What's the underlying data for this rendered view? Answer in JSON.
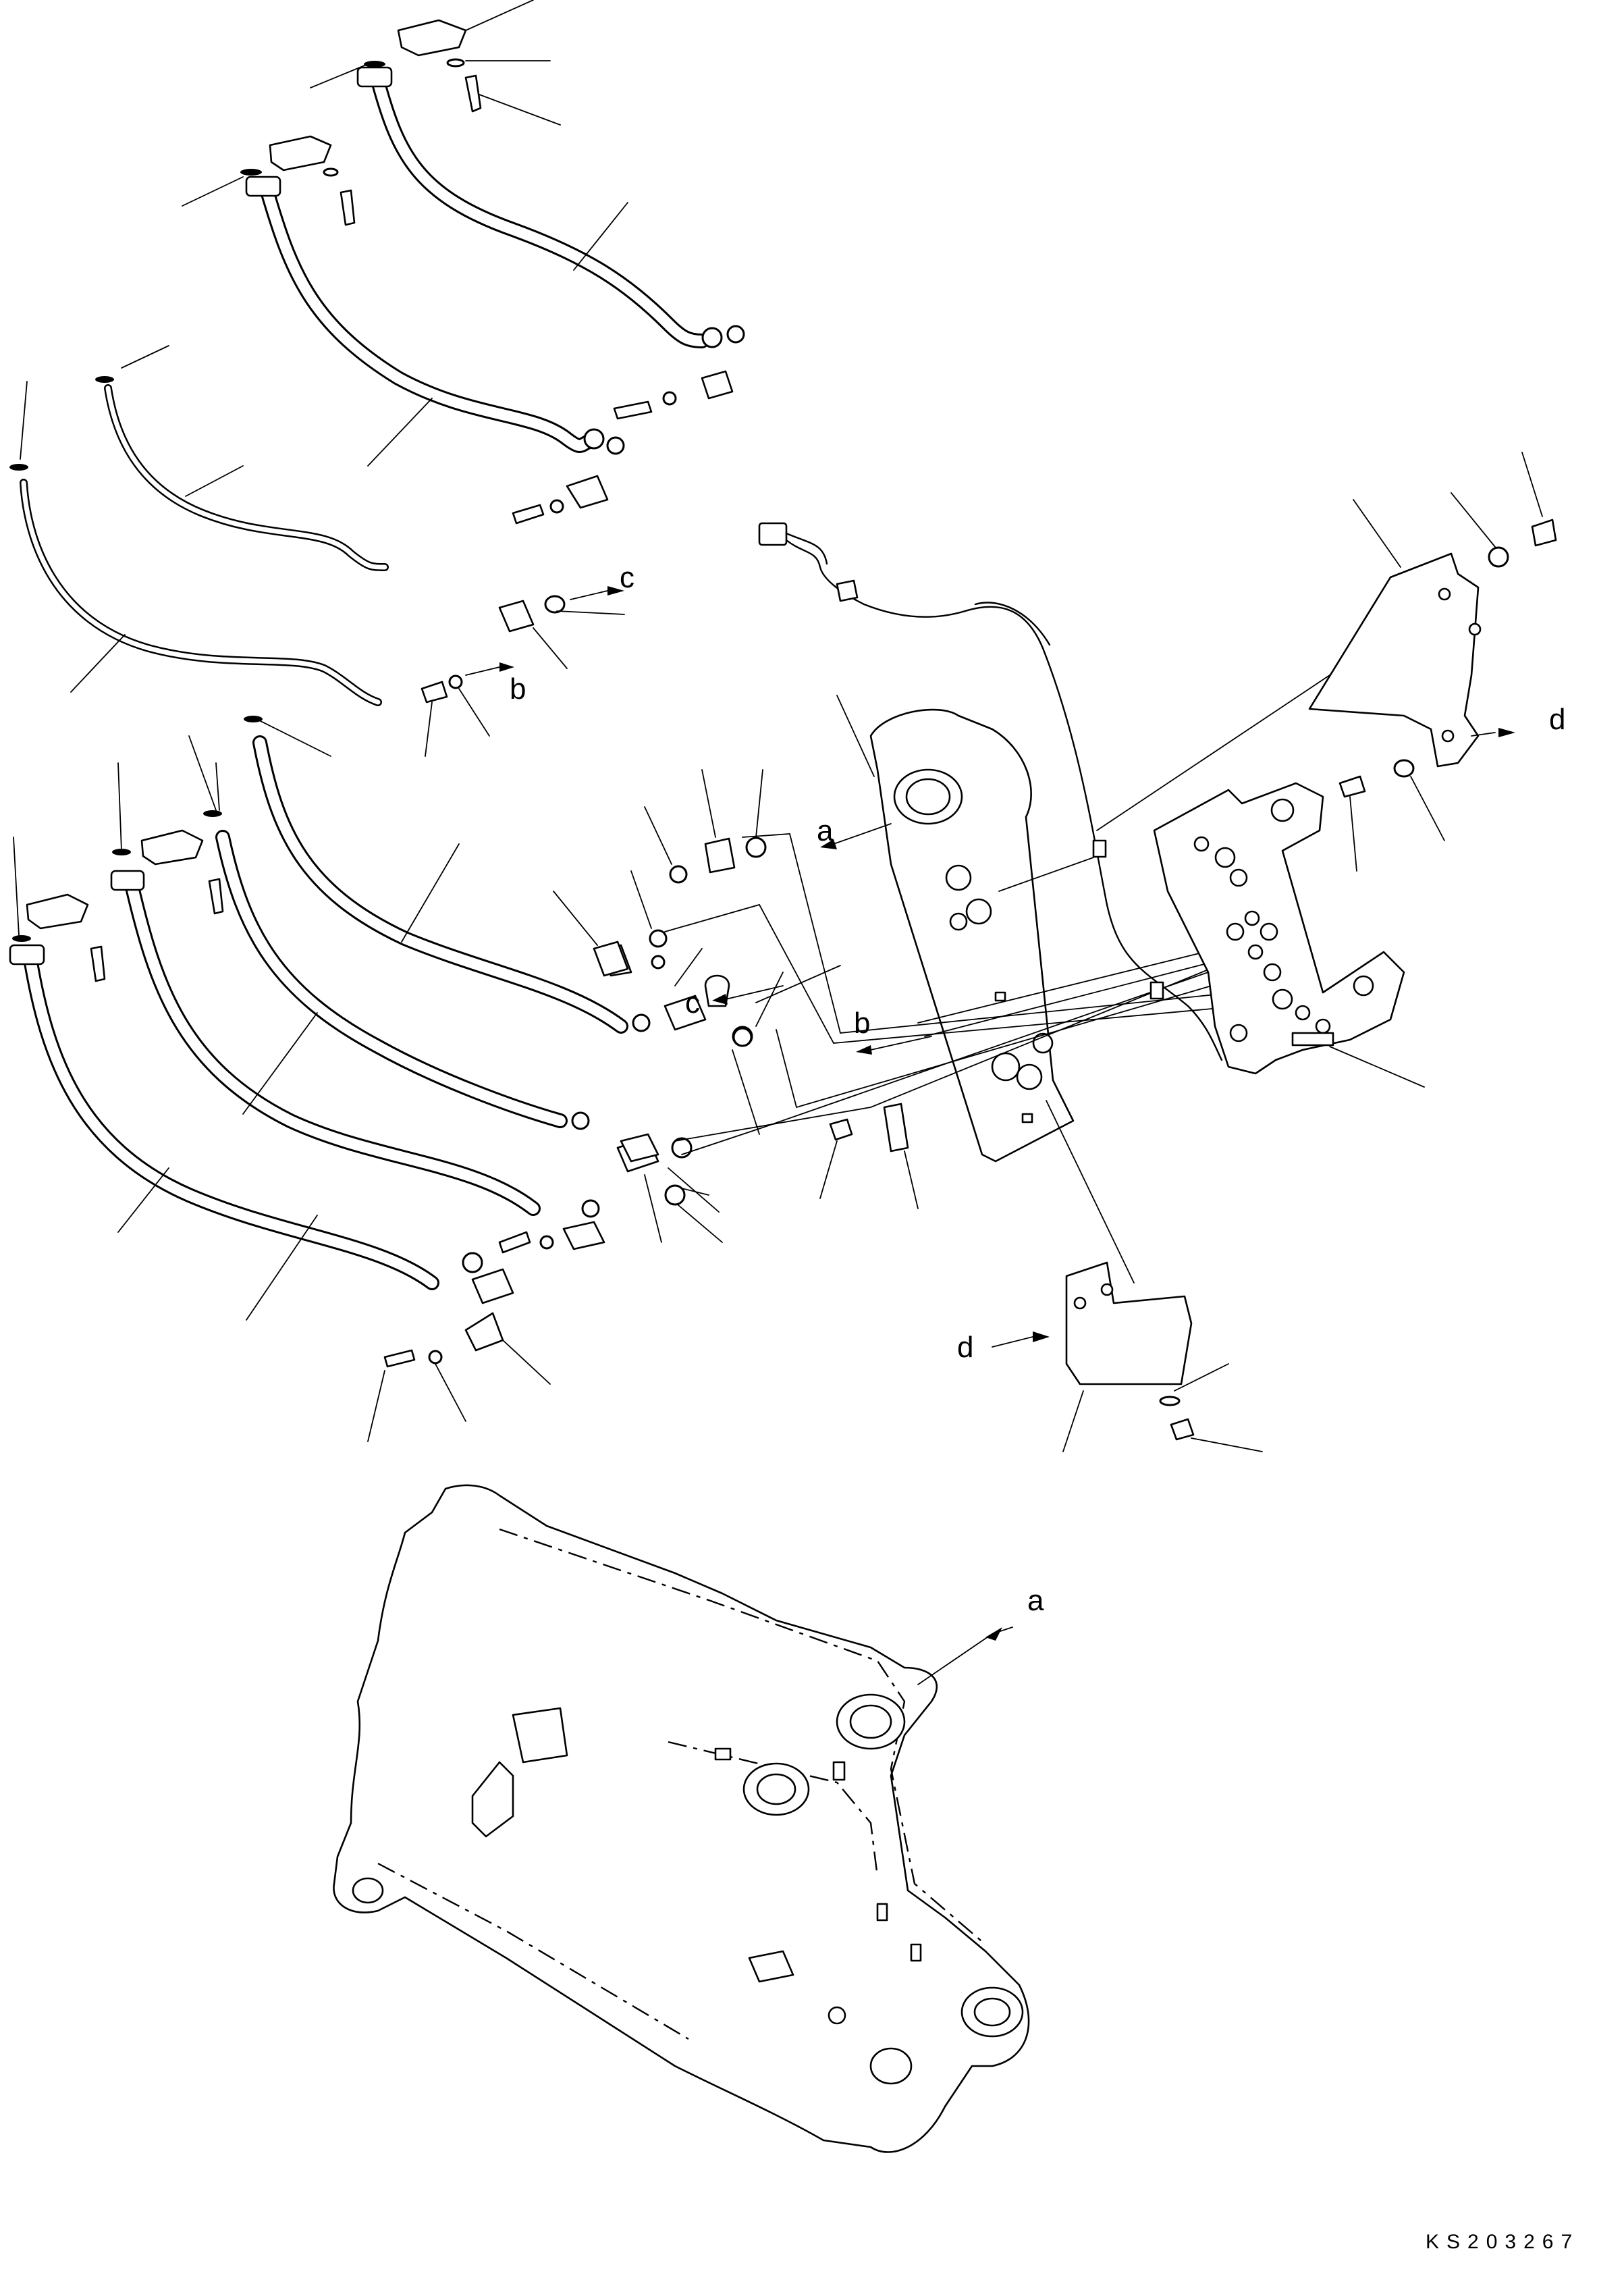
{
  "drawing": {
    "code": "KS203267"
  },
  "callouts": {
    "a": "a",
    "b": "b",
    "c": "c",
    "d": "d"
  },
  "colors": {
    "line": "#000000",
    "background": "#ffffff"
  }
}
